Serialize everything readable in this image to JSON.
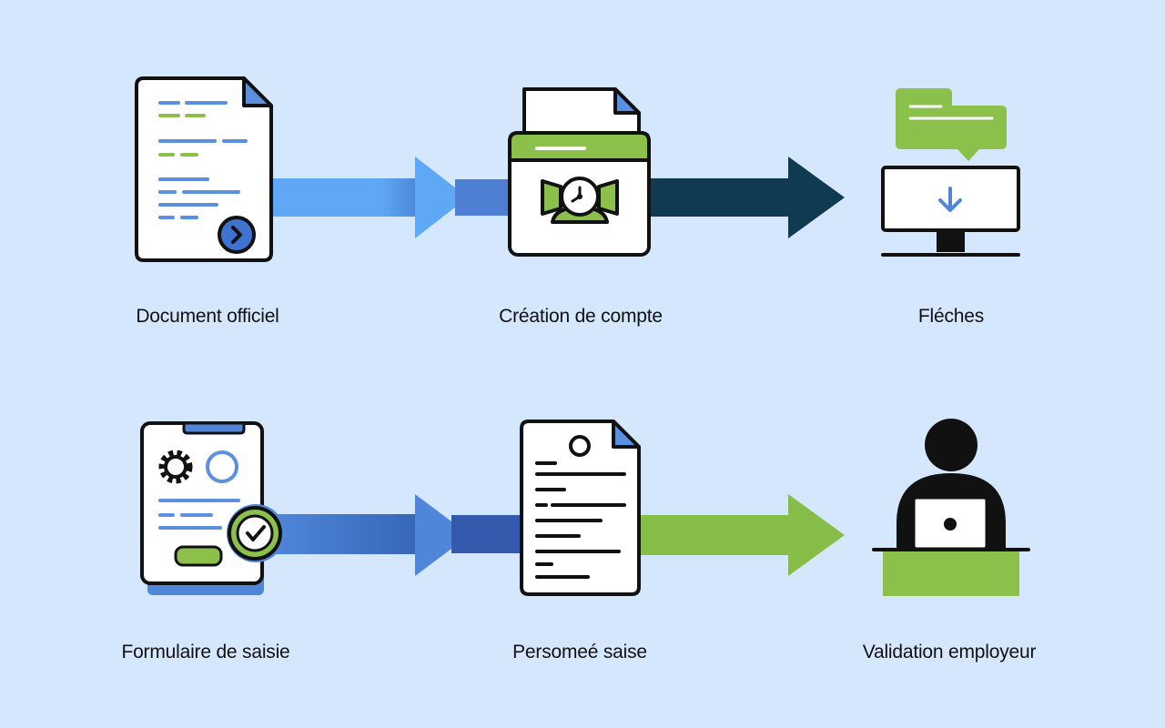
{
  "steps": {
    "step1": {
      "label": "Document officiel",
      "icon": "official-document-icon"
    },
    "step2": {
      "label": "Création de compte",
      "icon": "account-creation-icon"
    },
    "step3": {
      "label": "Fléches",
      "icon": "monitor-download-icon"
    },
    "step4": {
      "label": "Formulaire de saisie",
      "icon": "input-form-icon"
    },
    "step5": {
      "label": "Persomeé saise",
      "icon": "text-document-icon"
    },
    "step6": {
      "label": "Validation employeur",
      "icon": "employee-at-laptop-icon"
    }
  },
  "colors": {
    "background": "#d5e7fd",
    "blue_light": "#5ea8f5",
    "blue_mid": "#4f86d9",
    "blue_dark": "#2f5aa8",
    "navy": "#103a52",
    "green": "#8bc04a",
    "outline": "#111111"
  }
}
